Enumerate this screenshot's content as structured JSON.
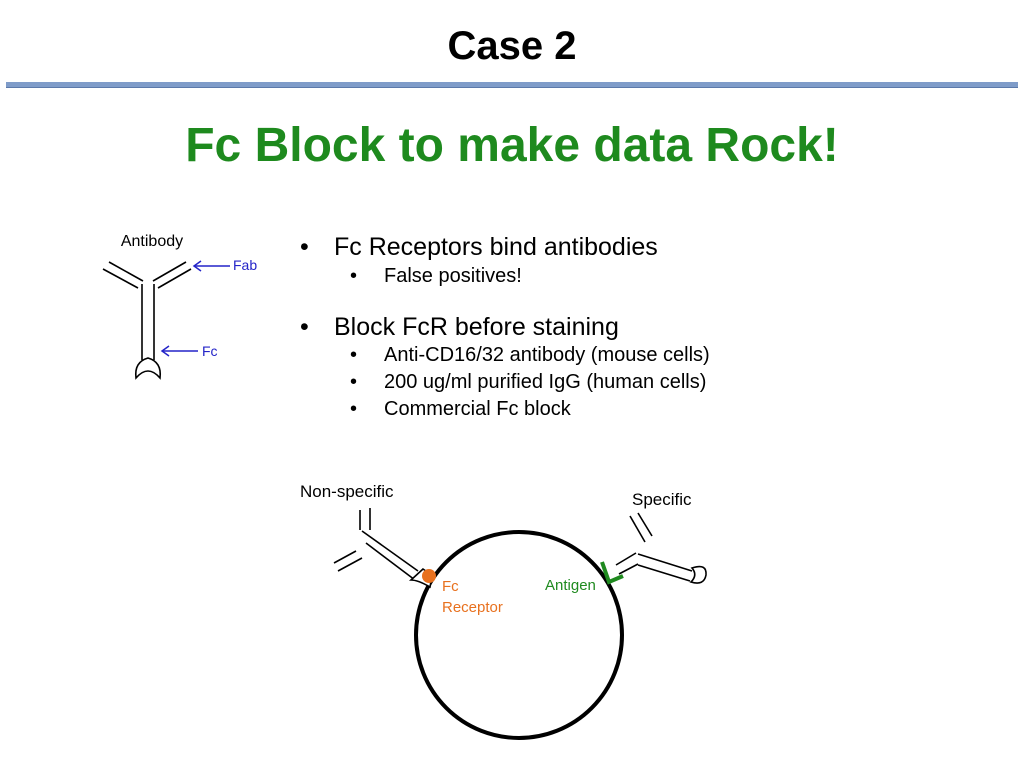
{
  "header": {
    "title": "Case 2"
  },
  "slide": {
    "title": "Fc Block to make data Rock!"
  },
  "colors": {
    "title_green": "#1e8a1e",
    "rule_blue": "#7f9cc9",
    "label_blue": "#2424c8",
    "receptor_orange": "#e8711f",
    "antigen_green": "#1f8a1f"
  },
  "bullets": [
    {
      "text": "Fc Receptors bind antibodies",
      "sub": [
        "False positives!"
      ]
    },
    {
      "text": "Block FcR before staining",
      "sub": [
        "Anti-CD16/32 antibody (mouse cells)",
        "200 ug/ml purified IgG (human cells)",
        "Commercial Fc block"
      ]
    }
  ],
  "antibody_diagram": {
    "title": "Antibody",
    "fab_label": "Fab",
    "fc_label": "Fc"
  },
  "binding_diagram": {
    "nonspecific_label": "Non-specific",
    "specific_label": "Specific",
    "fc_receptor_label_line1": "Fc",
    "fc_receptor_label_line2": "Receptor",
    "antigen_label": "Antigen"
  }
}
